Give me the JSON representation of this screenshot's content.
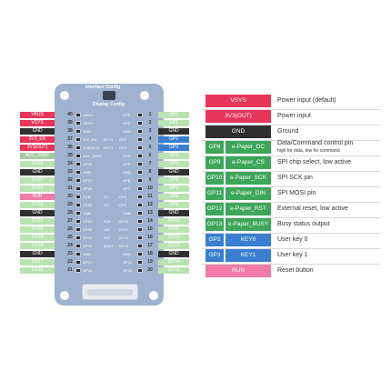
{
  "colors": {
    "power": "#e8355a",
    "gnd": "#2f2f2f",
    "gpio_used": "#3ea65a",
    "gpio_free": "#b9e3b0",
    "adc": "#a5cba0",
    "run": "#f07aa8",
    "key": "#3a7fcf",
    "board": "#9fb2cf"
  },
  "board": {
    "top_label_1": "Interface Config",
    "top_label_2": "Display Config",
    "left_inner": [
      "VBUS",
      "VSYS",
      "GND",
      "3V3_EN",
      "3V3(OUT)",
      "ADC_VREF",
      "GP28",
      "GND",
      "GP27",
      "GP26",
      "RUN",
      "GP22",
      "GND",
      "GP21",
      "GP20",
      "GP19",
      "GP18",
      "GND",
      "GP17",
      "GP16"
    ],
    "right_inner": [
      "GP0",
      "GP1",
      "GND",
      "GP2",
      "GP3",
      "GP4",
      "GP5",
      "GND",
      "GP6",
      "GP7",
      "GP8",
      "GP9",
      "GND",
      "GP10",
      "GP11",
      "GP12",
      "GP13",
      "GND",
      "GP14",
      "GP15"
    ],
    "right_inner_alt": [
      "",
      "",
      "",
      "KEY0",
      "KEY1",
      "",
      "",
      "",
      "",
      "",
      "DC",
      "CS",
      "",
      "SCK",
      "DIN",
      "RST",
      "BUSY",
      "",
      "",
      ""
    ]
  },
  "left_pins": [
    {
      "num": "40",
      "label": "VBUS",
      "type": "power"
    },
    {
      "num": "39",
      "label": "VSYS",
      "type": "power"
    },
    {
      "num": "38",
      "label": "GND",
      "type": "gnd"
    },
    {
      "num": "37",
      "label": "3V3_EN",
      "type": "power"
    },
    {
      "num": "36",
      "label": "3V3(OUT)",
      "type": "power"
    },
    {
      "num": "35",
      "label": "ADC_VREF",
      "type": "adc"
    },
    {
      "num": "34",
      "label": "GP28",
      "type": "gpio_free"
    },
    {
      "num": "33",
      "label": "GND",
      "type": "gnd"
    },
    {
      "num": "32",
      "label": "GP27",
      "type": "gpio_free"
    },
    {
      "num": "31",
      "label": "GP26",
      "type": "gpio_free"
    },
    {
      "num": "30",
      "label": "RUN",
      "type": "run"
    },
    {
      "num": "29",
      "label": "GP22",
      "type": "gpio_free"
    },
    {
      "num": "28",
      "label": "GND",
      "type": "gnd"
    },
    {
      "num": "27",
      "label": "GP21",
      "type": "gpio_free"
    },
    {
      "num": "26",
      "label": "GP20",
      "type": "gpio_free"
    },
    {
      "num": "25",
      "label": "GP19",
      "type": "gpio_free"
    },
    {
      "num": "24",
      "label": "GP18",
      "type": "gpio_free"
    },
    {
      "num": "23",
      "label": "GND",
      "type": "gnd"
    },
    {
      "num": "22",
      "label": "GP17",
      "type": "gpio_free"
    },
    {
      "num": "21",
      "label": "GP16",
      "type": "gpio_free"
    }
  ],
  "right_pins": [
    {
      "num": "1",
      "label": "GP0",
      "type": "gpio_free"
    },
    {
      "num": "2",
      "label": "GP1",
      "type": "gpio_free"
    },
    {
      "num": "3",
      "label": "GND",
      "type": "gnd"
    },
    {
      "num": "4",
      "label": "GP2",
      "type": "key"
    },
    {
      "num": "5",
      "label": "GP3",
      "type": "key"
    },
    {
      "num": "6",
      "label": "GP4",
      "type": "gpio_free"
    },
    {
      "num": "7",
      "label": "GP5",
      "type": "gpio_free"
    },
    {
      "num": "8",
      "label": "GND",
      "type": "gnd"
    },
    {
      "num": "9",
      "label": "GP6",
      "type": "gpio_free"
    },
    {
      "num": "10",
      "label": "GP7",
      "type": "gpio_free"
    },
    {
      "num": "11",
      "label": "GP8",
      "type": "gpio_free"
    },
    {
      "num": "12",
      "label": "GP9",
      "type": "gpio_free"
    },
    {
      "num": "13",
      "label": "GND",
      "type": "gnd"
    },
    {
      "num": "14",
      "label": "GP10",
      "type": "gpio_free"
    },
    {
      "num": "15",
      "label": "GP11",
      "type": "gpio_free"
    },
    {
      "num": "16",
      "label": "GP12",
      "type": "gpio_free"
    },
    {
      "num": "17",
      "label": "GP13",
      "type": "gpio_free"
    },
    {
      "num": "18",
      "label": "GND",
      "type": "gnd"
    },
    {
      "num": "19",
      "label": "GP14",
      "type": "gpio_free"
    },
    {
      "num": "20",
      "label": "GP15",
      "type": "gpio_free"
    }
  ],
  "legend": [
    {
      "label": "VSYS",
      "type": "power",
      "desc": "Power input (default)"
    },
    {
      "label": "3V3(OUT)",
      "type": "power",
      "desc": "Power input"
    },
    {
      "label": "GND",
      "type": "gnd",
      "desc": "Ground"
    },
    {
      "pin": "GP8",
      "fn": "e-Paper_DC",
      "type": "gpio_used",
      "desc": "Data/Command control pin",
      "sub": "high for data, low for command"
    },
    {
      "pin": "GP9",
      "fn": "e-Paper_CS",
      "type": "gpio_used",
      "desc": "SPI chip select, low active"
    },
    {
      "pin": "GP10",
      "fn": "e-Paper_SCK",
      "type": "gpio_used",
      "desc": "SPI SCK pin"
    },
    {
      "pin": "GP11",
      "fn": "e-Paper_DIN",
      "type": "gpio_used",
      "desc": "SPI MOSI pin"
    },
    {
      "pin": "GP12",
      "fn": "e-Paper_RST",
      "type": "gpio_used",
      "desc": "External reset, low active"
    },
    {
      "pin": "GP13",
      "fn": "e-Paper_BUSY",
      "type": "gpio_used",
      "desc": "Busy status output"
    },
    {
      "pin": "GP2",
      "fn": "KEY0",
      "type": "key",
      "desc": "User key 0"
    },
    {
      "pin": "GP3",
      "fn": "KEY1",
      "type": "key",
      "desc": "User key 1"
    },
    {
      "label": "RUN",
      "type": "run",
      "desc": "Reset button"
    }
  ]
}
